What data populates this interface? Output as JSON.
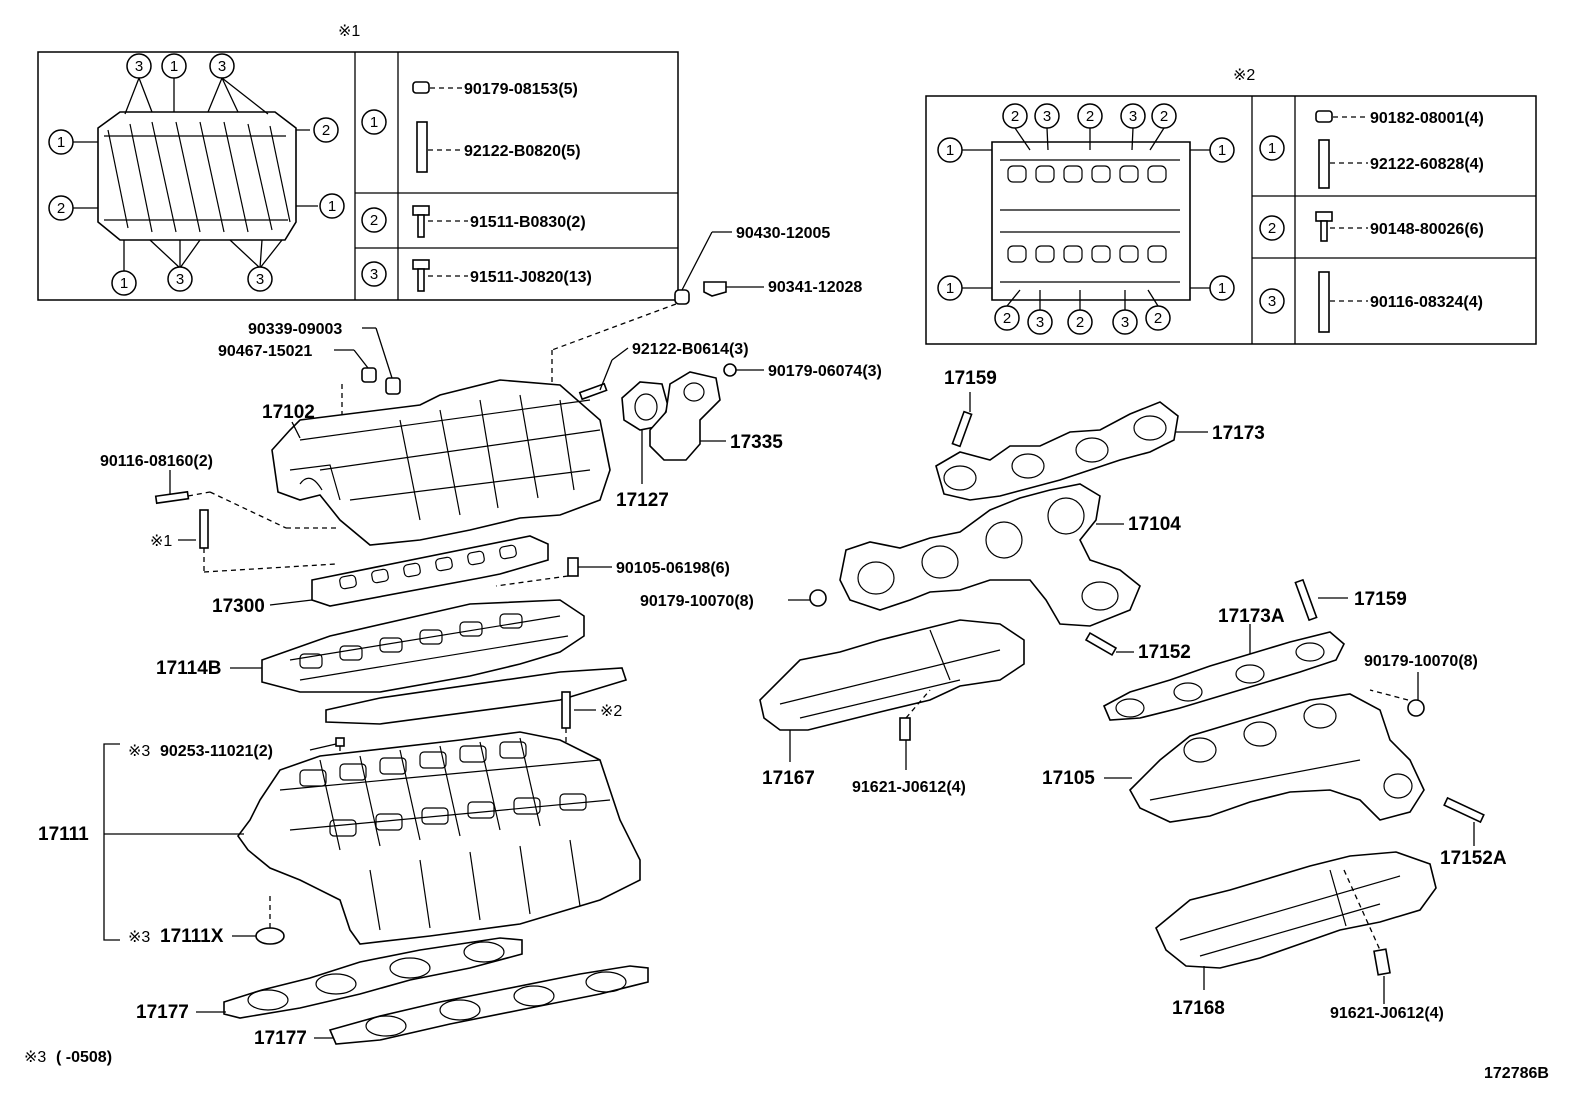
{
  "ref_1": "※1",
  "ref_2": "※2",
  "ref_3": "※3",
  "circle_1": "1",
  "circle_2": "2",
  "circle_3": "3",
  "table1": {
    "row1_a": "90179-08153(5)",
    "row1_b": "92122-B0820(5)",
    "row2": "91511-B0830(2)",
    "row3": "91511-J0820(13)"
  },
  "table2": {
    "row1_a": "90182-08001(4)",
    "row1_b": "92122-60828(4)",
    "row2": "90148-80026(6)",
    "row3": "90116-08324(4)"
  },
  "labels": {
    "p90430": "90430-12005",
    "p90341": "90341-12028",
    "p90339": "90339-09003",
    "p90467": "90467-15021",
    "p92122b": "92122-B0614(3)",
    "p90179_06074": "90179-06074(3)",
    "p17102": "17102",
    "p90116_08160": "90116-08160(2)",
    "p17335": "17335",
    "p17127": "17127",
    "p17159a": "17159",
    "p17173": "17173",
    "p17104": "17104",
    "p90105": "90105-06198(6)",
    "p17300": "17300",
    "p90179_10070a": "90179-10070(8)",
    "p17159b": "17159",
    "p17173A": "17173A",
    "p17152": "17152",
    "p90179_10070b": "90179-10070(8)",
    "p17114B": "17114B",
    "p90253": "90253-11021(2)",
    "p17111": "17111",
    "p17111X": "17111X",
    "p17167": "17167",
    "p91621a": "91621-J0612(4)",
    "p17105": "17105",
    "p17152A": "17152A",
    "p17168": "17168",
    "p91621b": "91621-J0612(4)",
    "p17177a": "17177",
    "p17177b": "17177",
    "footnote_range": "(    -0508)",
    "diagram_id": "172786B"
  }
}
